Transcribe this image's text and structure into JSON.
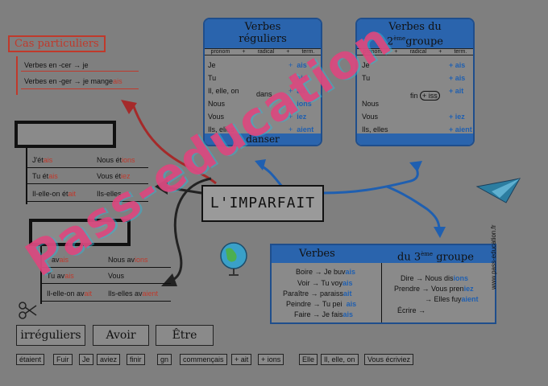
{
  "special_cases": {
    "title": "Cas particuliers",
    "line1": "Verbes en -cer → je",
    "line2_prefix": "Verbes en -ger → je mange",
    "line2_end": "ais"
  },
  "box_etre": {
    "rows": [
      {
        "left_stem": "J'ét",
        "left_end": "ais",
        "right_stem": "Nous ét",
        "right_end": "ions"
      },
      {
        "left_stem": "Tu ét",
        "left_end": "ais",
        "right_stem": "Vous ét",
        "right_end": "iez"
      },
      {
        "left_stem": "Il-elle-on ét",
        "left_end": "ait",
        "right_stem": "Ils-elles",
        "right_end": ""
      }
    ]
  },
  "box_avoir": {
    "rows": [
      {
        "left_stem": "av",
        "left_end": "ais",
        "right_stem": "Nous av",
        "right_end": "ions"
      },
      {
        "left_stem": "Tu av",
        "left_end": "ais",
        "right_stem": "Vous",
        "right_end": ""
      },
      {
        "left_stem": "Il-elle-on av",
        "left_end": "ait",
        "right_stem": "Ils-elles av",
        "right_end": "aient"
      }
    ]
  },
  "regular": {
    "title_l1": "Verbes",
    "title_l2": "réguliers",
    "col_pronom": "pronom",
    "col_plus1": "+",
    "col_radical": "radical",
    "col_plus2": "+",
    "col_term": "term.",
    "pronouns": [
      "Je",
      "Tu",
      "Il, elle, on",
      "Nous",
      "Vous",
      "Ils, elles"
    ],
    "radical_word": "dans",
    "plus": "+",
    "endings": [
      "ais",
      "ais",
      "ait",
      "ions",
      "iez",
      "aient"
    ],
    "footer": "danser"
  },
  "second_group": {
    "title_l1": "Verbes du",
    "title_l2_num": "2",
    "title_l2_sup": "ème",
    "title_l2_rest": "groupe",
    "col_pronom": "pronom",
    "col_plus1": "+",
    "col_radical": "radical",
    "col_plus2": "+",
    "col_term": "term.",
    "pronouns": [
      "Je",
      "Tu",
      "",
      "Nous",
      "Vous",
      "Ils, elles"
    ],
    "radical_word": "fin",
    "iss": "+ iss",
    "endings": [
      "+ ais",
      "+ ais",
      "+ ait",
      "",
      "+ iez",
      "+ aient"
    ]
  },
  "center_label": "L'IMPARFAIT",
  "third_group": {
    "title_left": "Verbes",
    "title_right_pre": "du 3",
    "title_right_sup": "ème",
    "title_right_post": "groupe",
    "left_rows": [
      {
        "text": "Boire → Je buv",
        "end": "ais"
      },
      {
        "text": "Voir → Tu voy",
        "end": "ais"
      },
      {
        "text": "Paraître → paraiss",
        "end": "ait"
      },
      {
        "text": "Peindre → Tu pei",
        "end": "ais"
      },
      {
        "text": "Faire → Je fais",
        "end": "ais"
      }
    ],
    "right_rows": [
      {
        "text": "Dire → Nous dis",
        "end": "ions"
      },
      {
        "text": "Prendre → Vous pren",
        "end": "iez"
      },
      {
        "text": "→ Elles fuy",
        "end": "aient"
      },
      {
        "text": "Écrire →",
        "end": ""
      }
    ]
  },
  "buttons": {
    "irreguliers": "irréguliers",
    "avoir": "Avoir",
    "etre": "Être"
  },
  "word_tiles": [
    "étaient",
    "Fuir",
    "Je",
    "aviez",
    "finir",
    "gn",
    "commençais",
    "+ ait",
    "+ ions",
    "Elle",
    "Il, elle, on",
    "Vous écriviez"
  ],
  "watermark": "Pass-education",
  "side_credit": "www.pass-education.fr",
  "colors": {
    "background": "#7f7f7f",
    "blue": "#2a64ad",
    "red": "#c0392b",
    "watermark_pink": "#e0457b",
    "watermark_cyan": "#2fb6d6"
  }
}
